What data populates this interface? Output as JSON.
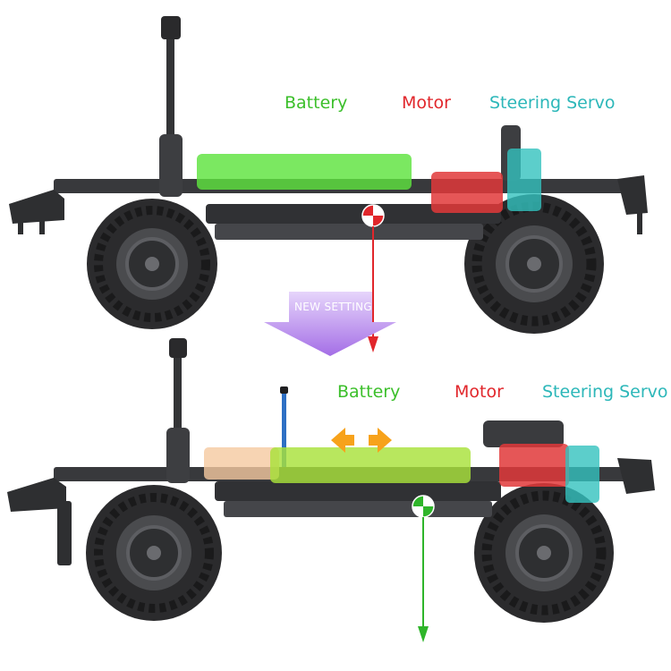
{
  "labels": {
    "battery": "Battery",
    "motor": "Motor",
    "steering_servo": "Steering Servo"
  },
  "transition": {
    "text": "NEW SETTING"
  },
  "colors": {
    "battery": "#3bbf2a",
    "motor": "#e1262b",
    "steering_servo": "#2cb7b9",
    "old_position": "#f5c9a0",
    "shift_arrows": "#f7a21b",
    "transition_arrow": "#b58ae8",
    "center_of_gravity_old": "#e1262b",
    "center_of_gravity_new": "#2fb52a"
  },
  "icons": {
    "center_of_gravity": "center-of-gravity-icon",
    "shift": "left-right-arrows-icon",
    "transition": "down-arrow-icon"
  }
}
